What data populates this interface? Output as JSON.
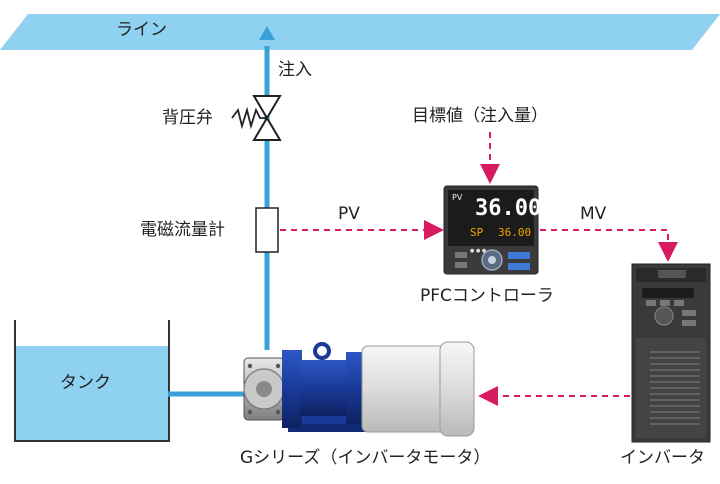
{
  "labels": {
    "line": "ライン",
    "injection": "注入",
    "back_pressure_valve": "背圧弁",
    "target_value": "目標値（注入量）",
    "flowmeter": "電磁流量計",
    "pv": "PV",
    "mv": "MV",
    "pfc_controller": "PFCコントローラ",
    "tank": "タンク",
    "pump": "Gシリーズ（インバータモータ）",
    "inverter": "インバータ"
  },
  "controller_display": {
    "pv_value": "36.00",
    "sp_label": "SP",
    "sp_value": "36.00",
    "pv_tag": "PV"
  },
  "colors": {
    "pipe": "#3aa0d8",
    "line_fill": "#8fd1f0",
    "tank_water": "#8fd1f0",
    "signal": "#d81b60",
    "pump_body": "#1f3f9a",
    "motor": "#e8e8e8"
  }
}
